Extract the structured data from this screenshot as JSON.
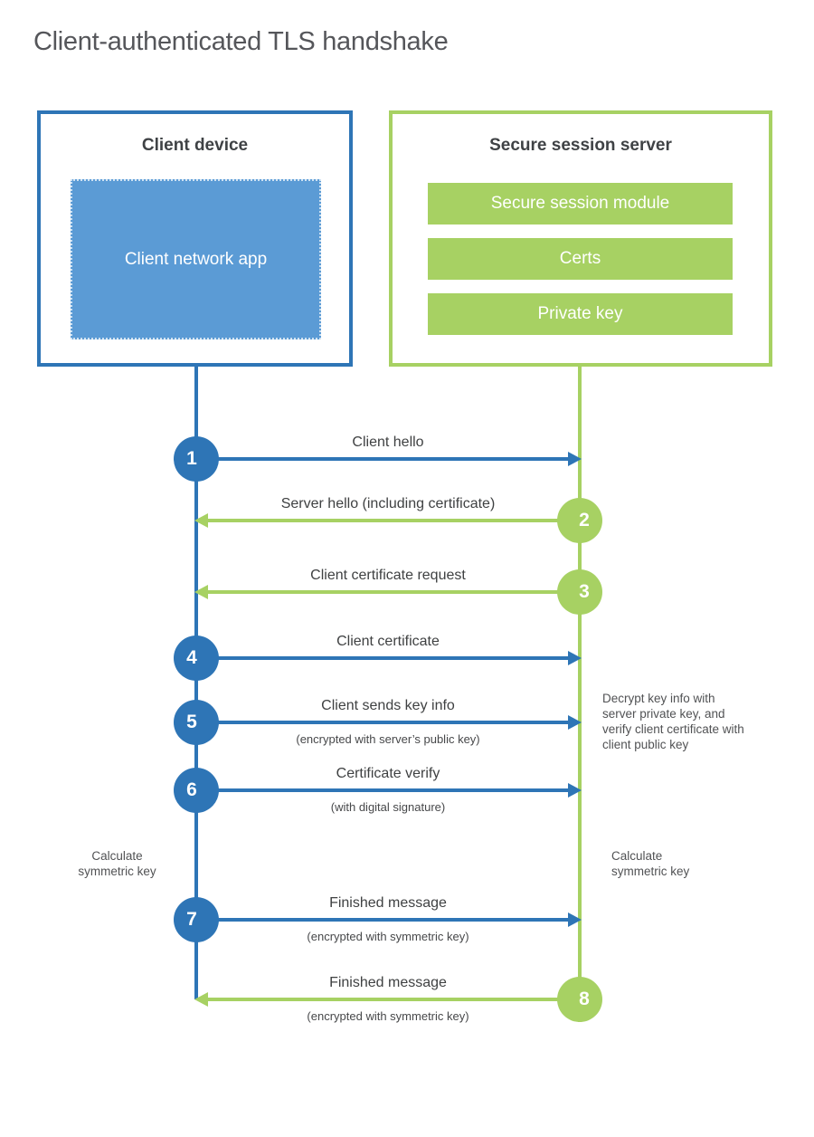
{
  "title": "Client-authenticated TLS handshake",
  "colors": {
    "blue": "#2e75b6",
    "blue_fill": "#5b9bd5",
    "green": "#a7d163",
    "text_dark": "#3f4142",
    "text_gray": "#55565a"
  },
  "client_box": {
    "title": "Client device",
    "app_label": "Client network app"
  },
  "server_box": {
    "title": "Secure session server",
    "modules": [
      "Secure session module",
      "Certs",
      "Private key"
    ]
  },
  "steps": [
    {
      "number": "1",
      "label": "Client hello",
      "sublabel": "",
      "direction": "right",
      "color": "blue"
    },
    {
      "number": "2",
      "label": "Server hello (including certificate)",
      "sublabel": "",
      "direction": "left",
      "color": "green"
    },
    {
      "number": "3",
      "label": "Client certificate request",
      "sublabel": "",
      "direction": "left",
      "color": "green"
    },
    {
      "number": "4",
      "label": "Client certificate",
      "sublabel": "",
      "direction": "right",
      "color": "blue"
    },
    {
      "number": "5",
      "label": "Client sends key info",
      "sublabel": "(encrypted with server’s public key)",
      "direction": "right",
      "color": "blue"
    },
    {
      "number": "6",
      "label": "Certificate verify",
      "sublabel": "(with digital signature)",
      "direction": "right",
      "color": "blue"
    },
    {
      "number": "7",
      "label": "Finished message",
      "sublabel": "(encrypted with symmetric key)",
      "direction": "right",
      "color": "blue"
    },
    {
      "number": "8",
      "label": "Finished message",
      "sublabel": "(encrypted with symmetric key)",
      "direction": "left",
      "color": "green"
    }
  ],
  "notes": {
    "decrypt_note": "Decrypt key info with server private key, and verify client certificate with client public key",
    "calc_left": "Calculate symmetric key",
    "calc_right": "Calculate symmetric key"
  }
}
